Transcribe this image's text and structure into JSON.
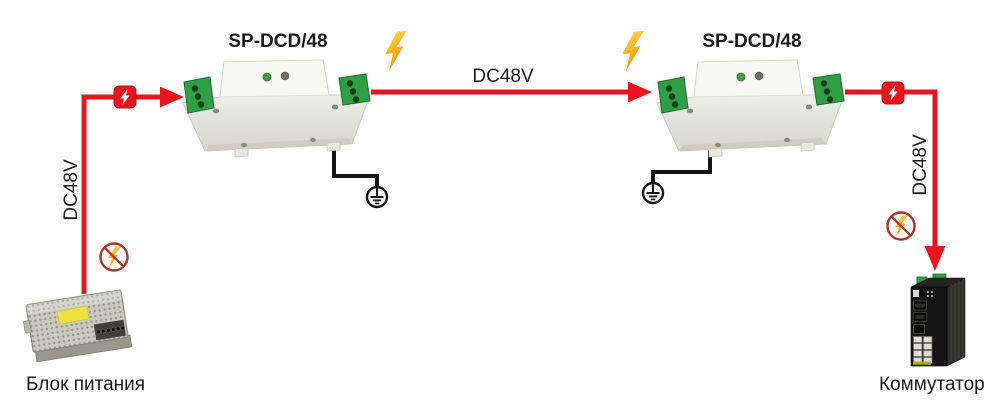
{
  "title": "SP-DCD/48 DC48V surge protection wiring diagram",
  "labels": {
    "device1": "SP-DCD/48",
    "device2": "SP-DCD/48",
    "link_voltage": "DC48V",
    "input_voltage": "DC48V",
    "output_voltage": "DC48V",
    "power_supply": "Блок питания",
    "switch": "Коммутатор"
  },
  "colors": {
    "background": "#ffffff",
    "wire_red": "#e8151c",
    "wire_red_dark": "#b51218",
    "wire_black": "#141414",
    "bolt_yellow": "#ffd94d",
    "bolt_orange": "#f59300",
    "no_surge_ring": "#a8382c",
    "terminal_green": "#2f9e44",
    "terminal_green_dark": "#1d6c2e",
    "device_body_light": "#fbfbf9",
    "device_body_dark": "#d6d6cf"
  },
  "icons": {
    "surge_event": "lightning-bolt-icon",
    "protected_point": "lightning-in-red-square-icon",
    "surge_blocked": "crossed-lightning-circle-icon",
    "earth": "ground-earth-icon"
  }
}
